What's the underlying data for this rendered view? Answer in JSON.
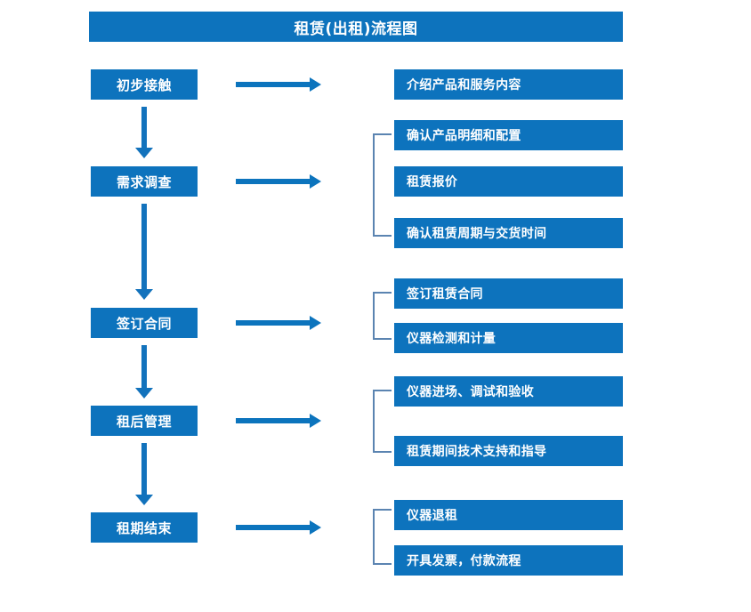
{
  "title": "租赁(出租)流程图",
  "colors": {
    "box_fill": "#0D73BD",
    "box_text": "#FFFFFF",
    "arrow": "#0C74BD",
    "bracket": "#5B84B1",
    "background": "#FFFFFF"
  },
  "stages": [
    {
      "label": "初步接触"
    },
    {
      "label": "需求调查"
    },
    {
      "label": "签订合同"
    },
    {
      "label": "租后管理"
    },
    {
      "label": "租期结束"
    }
  ],
  "details": [
    {
      "label": "介绍产品和服务内容"
    },
    {
      "label": "确认产品明细和配置"
    },
    {
      "label": "租赁报价"
    },
    {
      "label": "确认租赁周期与交货时间"
    },
    {
      "label": "签订租赁合同"
    },
    {
      "label": "仪器检测和计量"
    },
    {
      "label": "仪器进场、调试和验收"
    },
    {
      "label": "租赁期间技术支持和指导"
    },
    {
      "label": "仪器退租"
    },
    {
      "label": "开具发票，付款流程"
    }
  ],
  "groups": [
    {
      "name": "需求调查-group",
      "detail_indices": [
        1,
        2,
        3
      ]
    },
    {
      "name": "签订合同-group",
      "detail_indices": [
        4,
        5
      ]
    },
    {
      "name": "租后管理-group",
      "detail_indices": [
        6,
        7
      ]
    },
    {
      "name": "租期结束-group",
      "detail_indices": [
        8,
        9
      ]
    }
  ]
}
